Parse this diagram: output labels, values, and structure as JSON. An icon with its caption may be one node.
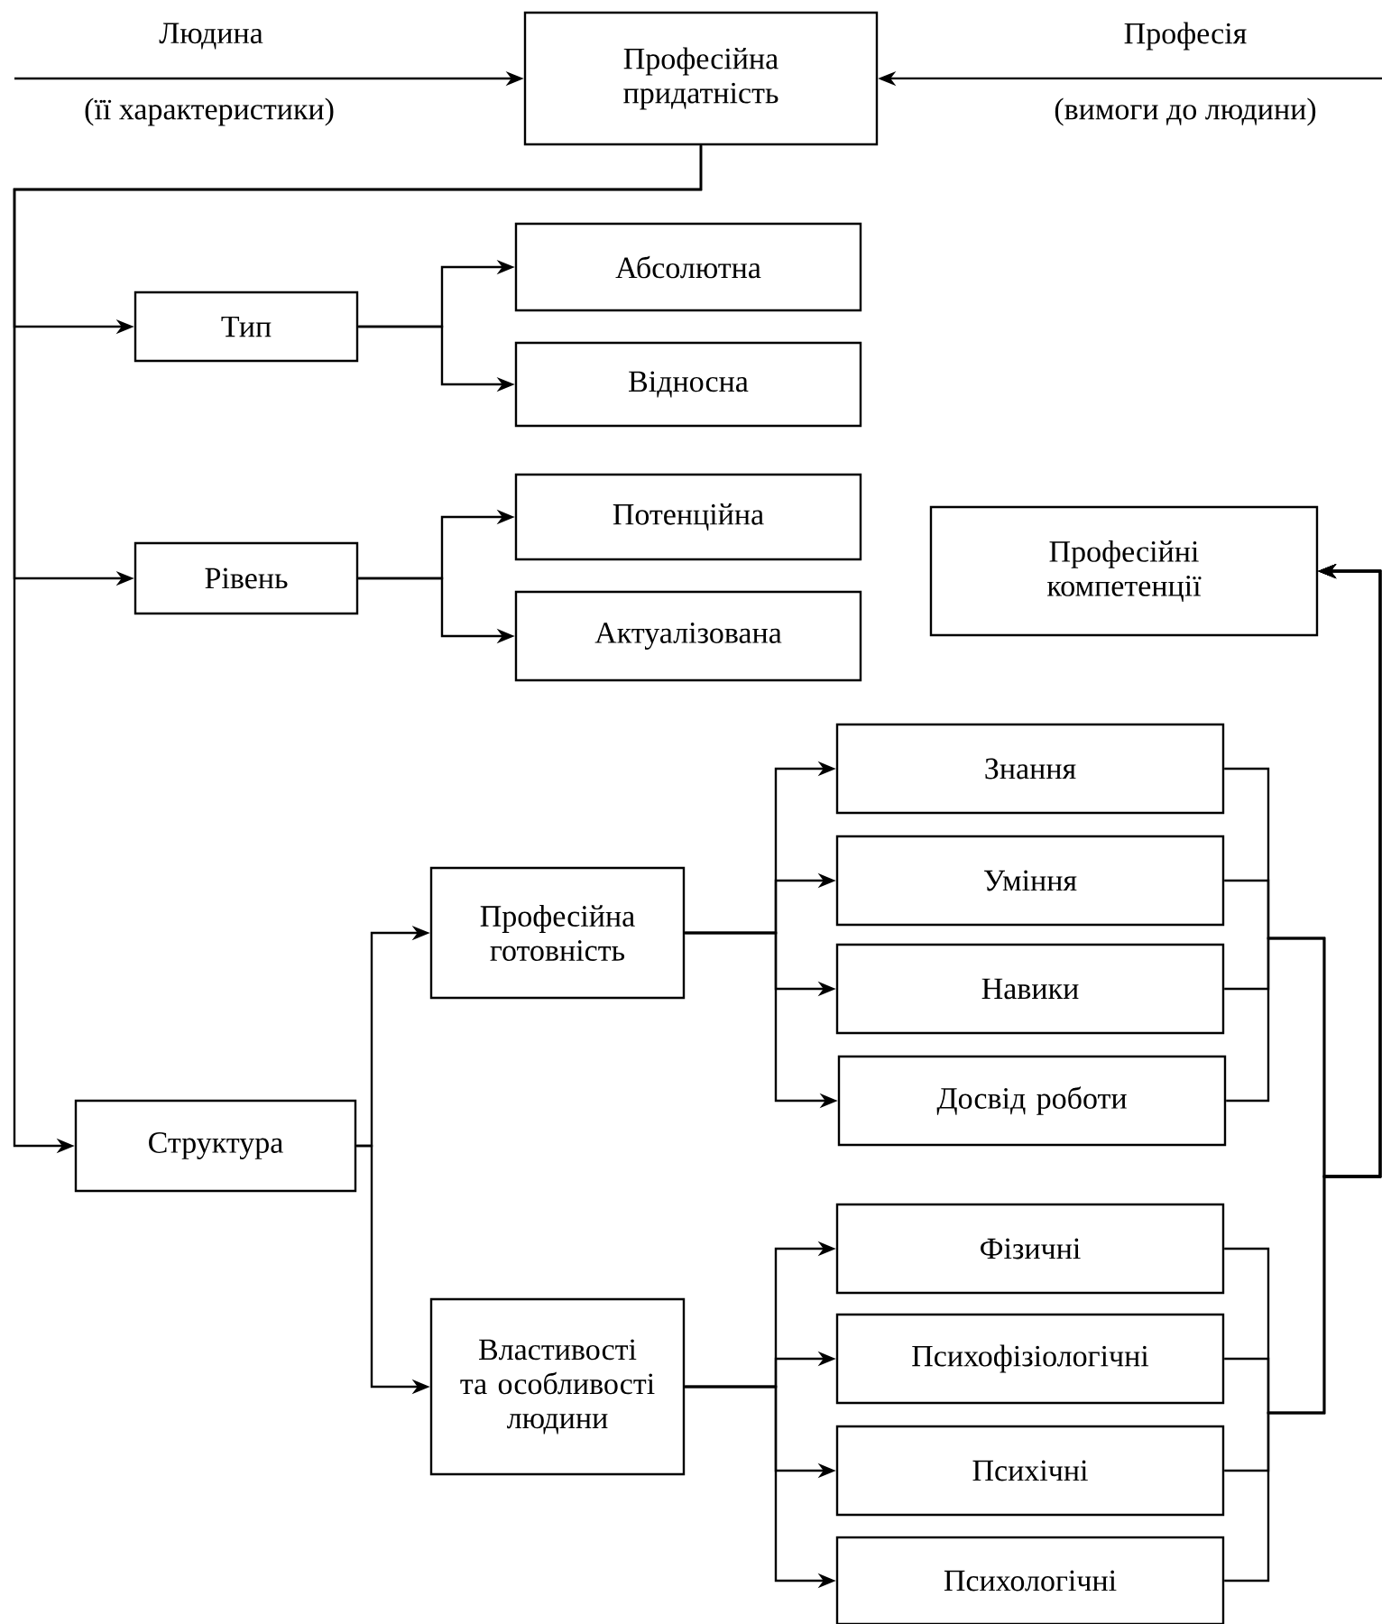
{
  "diagram": {
    "nodes": [
      {
        "text": [
          "Професійна придатність"
        ]
      },
      {
        "text": [
          "Тип"
        ]
      },
      {
        "text": [
          "Абсолютна"
        ]
      },
      {
        "text": [
          "Відносна"
        ]
      },
      {
        "text": [
          "Рівень"
        ]
      },
      {
        "text": [
          "Потенційна"
        ]
      },
      {
        "text": [
          "Актуалізована"
        ]
      },
      {
        "text": [
          "Професійні компетенції"
        ]
      },
      {
        "text": [
          "Структура"
        ]
      },
      {
        "text": [
          "Професійна готовність"
        ]
      },
      {
        "text": [
          "Знання"
        ]
      },
      {
        "text": [
          "Уміння"
        ]
      },
      {
        "text": [
          "Навики"
        ]
      },
      {
        "text": [
          "Досвід роботи"
        ]
      },
      {
        "text": [
          "Властивості та особливості людини"
        ]
      },
      {
        "text": [
          "Фізичні"
        ]
      },
      {
        "text": [
          "Психофізіологічні"
        ]
      },
      {
        "text": [
          "Психічні"
        ]
      },
      {
        "text": [
          "Психологічні"
        ]
      }
    ],
    "edges": [
      {
        "from": null,
        "to": 0,
        "arrow": "to",
        "label": "Людина"
      },
      {
        "from": null,
        "to": 0,
        "arrow": "to",
        "label": "Професія"
      },
      {
        "from": 0,
        "to": 1,
        "arrow": "to"
      },
      {
        "from": 0,
        "to": 4,
        "arrow": "to"
      },
      {
        "from": 0,
        "to": 8,
        "arrow": "to"
      },
      {
        "from": 1,
        "to": 2,
        "arrow": "to"
      },
      {
        "from": 1,
        "to": 3,
        "arrow": "to"
      },
      {
        "from": 4,
        "to": 5,
        "arrow": "to"
      },
      {
        "from": 4,
        "to": 6,
        "arrow": "to"
      },
      {
        "from": 8,
        "to": 9,
        "arrow": "to"
      },
      {
        "from": 8,
        "to": 14,
        "arrow": "to"
      },
      {
        "from": 9,
        "to": 10,
        "arrow": "to"
      },
      {
        "from": 9,
        "to": 11,
        "arrow": "to"
      },
      {
        "from": 9,
        "to": 12,
        "arrow": "to"
      },
      {
        "from": 9,
        "to": 13,
        "arrow": "to"
      },
      {
        "from": 14,
        "to": 15,
        "arrow": "to"
      },
      {
        "from": 14,
        "to": 16,
        "arrow": "to"
      },
      {
        "from": 14,
        "to": 17,
        "arrow": "to"
      },
      {
        "from": 14,
        "to": 18,
        "arrow": "to"
      },
      {
        "from": 10,
        "to": 7,
        "arrow": "to"
      },
      {
        "from": 11,
        "to": 7,
        "arrow": "to"
      },
      {
        "from": 12,
        "to": 7,
        "arrow": "to"
      },
      {
        "from": 13,
        "to": 7,
        "arrow": "to"
      },
      {
        "from": 15,
        "to": 7,
        "arrow": "to"
      },
      {
        "from": 16,
        "to": 7,
        "arrow": "to"
      },
      {
        "from": 17,
        "to": 7,
        "arrow": "to"
      },
      {
        "from": 18,
        "to": 7,
        "arrow": "to"
      }
    ],
    "labels": [
      "(її характеристики)",
      "(вимоги до людини)"
    ]
  }
}
